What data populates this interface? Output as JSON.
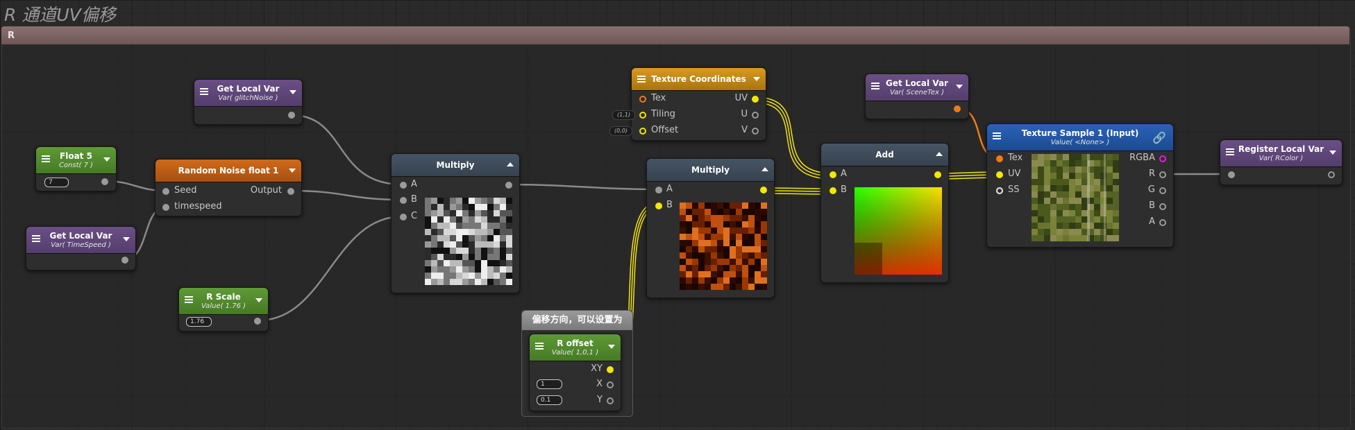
{
  "canvas": {
    "title": "R 通道UV偏移"
  },
  "group": {
    "label": "R"
  },
  "nodes": {
    "get_local_var_glitch": {
      "title": "Get Local Var",
      "subtitle": "Var( glitchNoise )"
    },
    "float5": {
      "title": "Float 5",
      "subtitle": "Const( 7 )",
      "value": "7"
    },
    "random_noise": {
      "title": "Random Noise float 1",
      "ports": {
        "seed": "Seed",
        "timespeed": "timespeed",
        "output": "Output"
      }
    },
    "get_local_var_time": {
      "title": "Get Local Var",
      "subtitle": "Var( TimeSpeed )"
    },
    "r_scale": {
      "title": "R Scale",
      "subtitle": "Value( 1.76 )",
      "value": "1.76"
    },
    "multiply1": {
      "title": "Multiply",
      "ports": {
        "a": "A",
        "b": "B",
        "c": "C"
      }
    },
    "texture_coords": {
      "title": "Texture Coordinates",
      "ports": {
        "tex": "Tex",
        "tiling": "Tiling",
        "offset": "Offset",
        "uv": "UV",
        "u": "U",
        "v": "V"
      },
      "tiling_chip": "(1,1)",
      "offset_chip": "(0,0)"
    },
    "multiply2": {
      "title": "Multiply",
      "ports": {
        "a": "A",
        "b": "B"
      }
    },
    "comment": {
      "text": "偏移方向，可以设置为"
    },
    "r_offset": {
      "title": "R offset",
      "subtitle": "Value( 1,0,1 )",
      "ports": {
        "xy": "XY",
        "x": "X",
        "y": "Y"
      },
      "x_value": "1",
      "y_value": "0.1"
    },
    "add": {
      "title": "Add",
      "ports": {
        "a": "A",
        "b": "B"
      }
    },
    "get_local_var_scene": {
      "title": "Get Local Var",
      "subtitle": "Var( SceneTex )"
    },
    "texture_sample": {
      "title": "Texture Sample 1 (Input)",
      "subtitle": "Value( <None> )",
      "ports": {
        "tex": "Tex",
        "uv": "UV",
        "ss": "SS",
        "rgba": "RGBA",
        "r": "R",
        "g": "G",
        "b": "B",
        "a": "A"
      }
    },
    "register_local_var": {
      "title": "Register Local Var",
      "subtitle": "Var( RColor )"
    }
  },
  "icons": {
    "menu": "menu-icon",
    "collapse": "chevron-icon",
    "link": "link-icon"
  },
  "colors": {
    "port_gray": "#9a9a9a",
    "port_yellow": "#f2e60c",
    "port_orange": "#f07a18",
    "port_magenta": "#e020e0",
    "group_header": "#7d6464"
  }
}
